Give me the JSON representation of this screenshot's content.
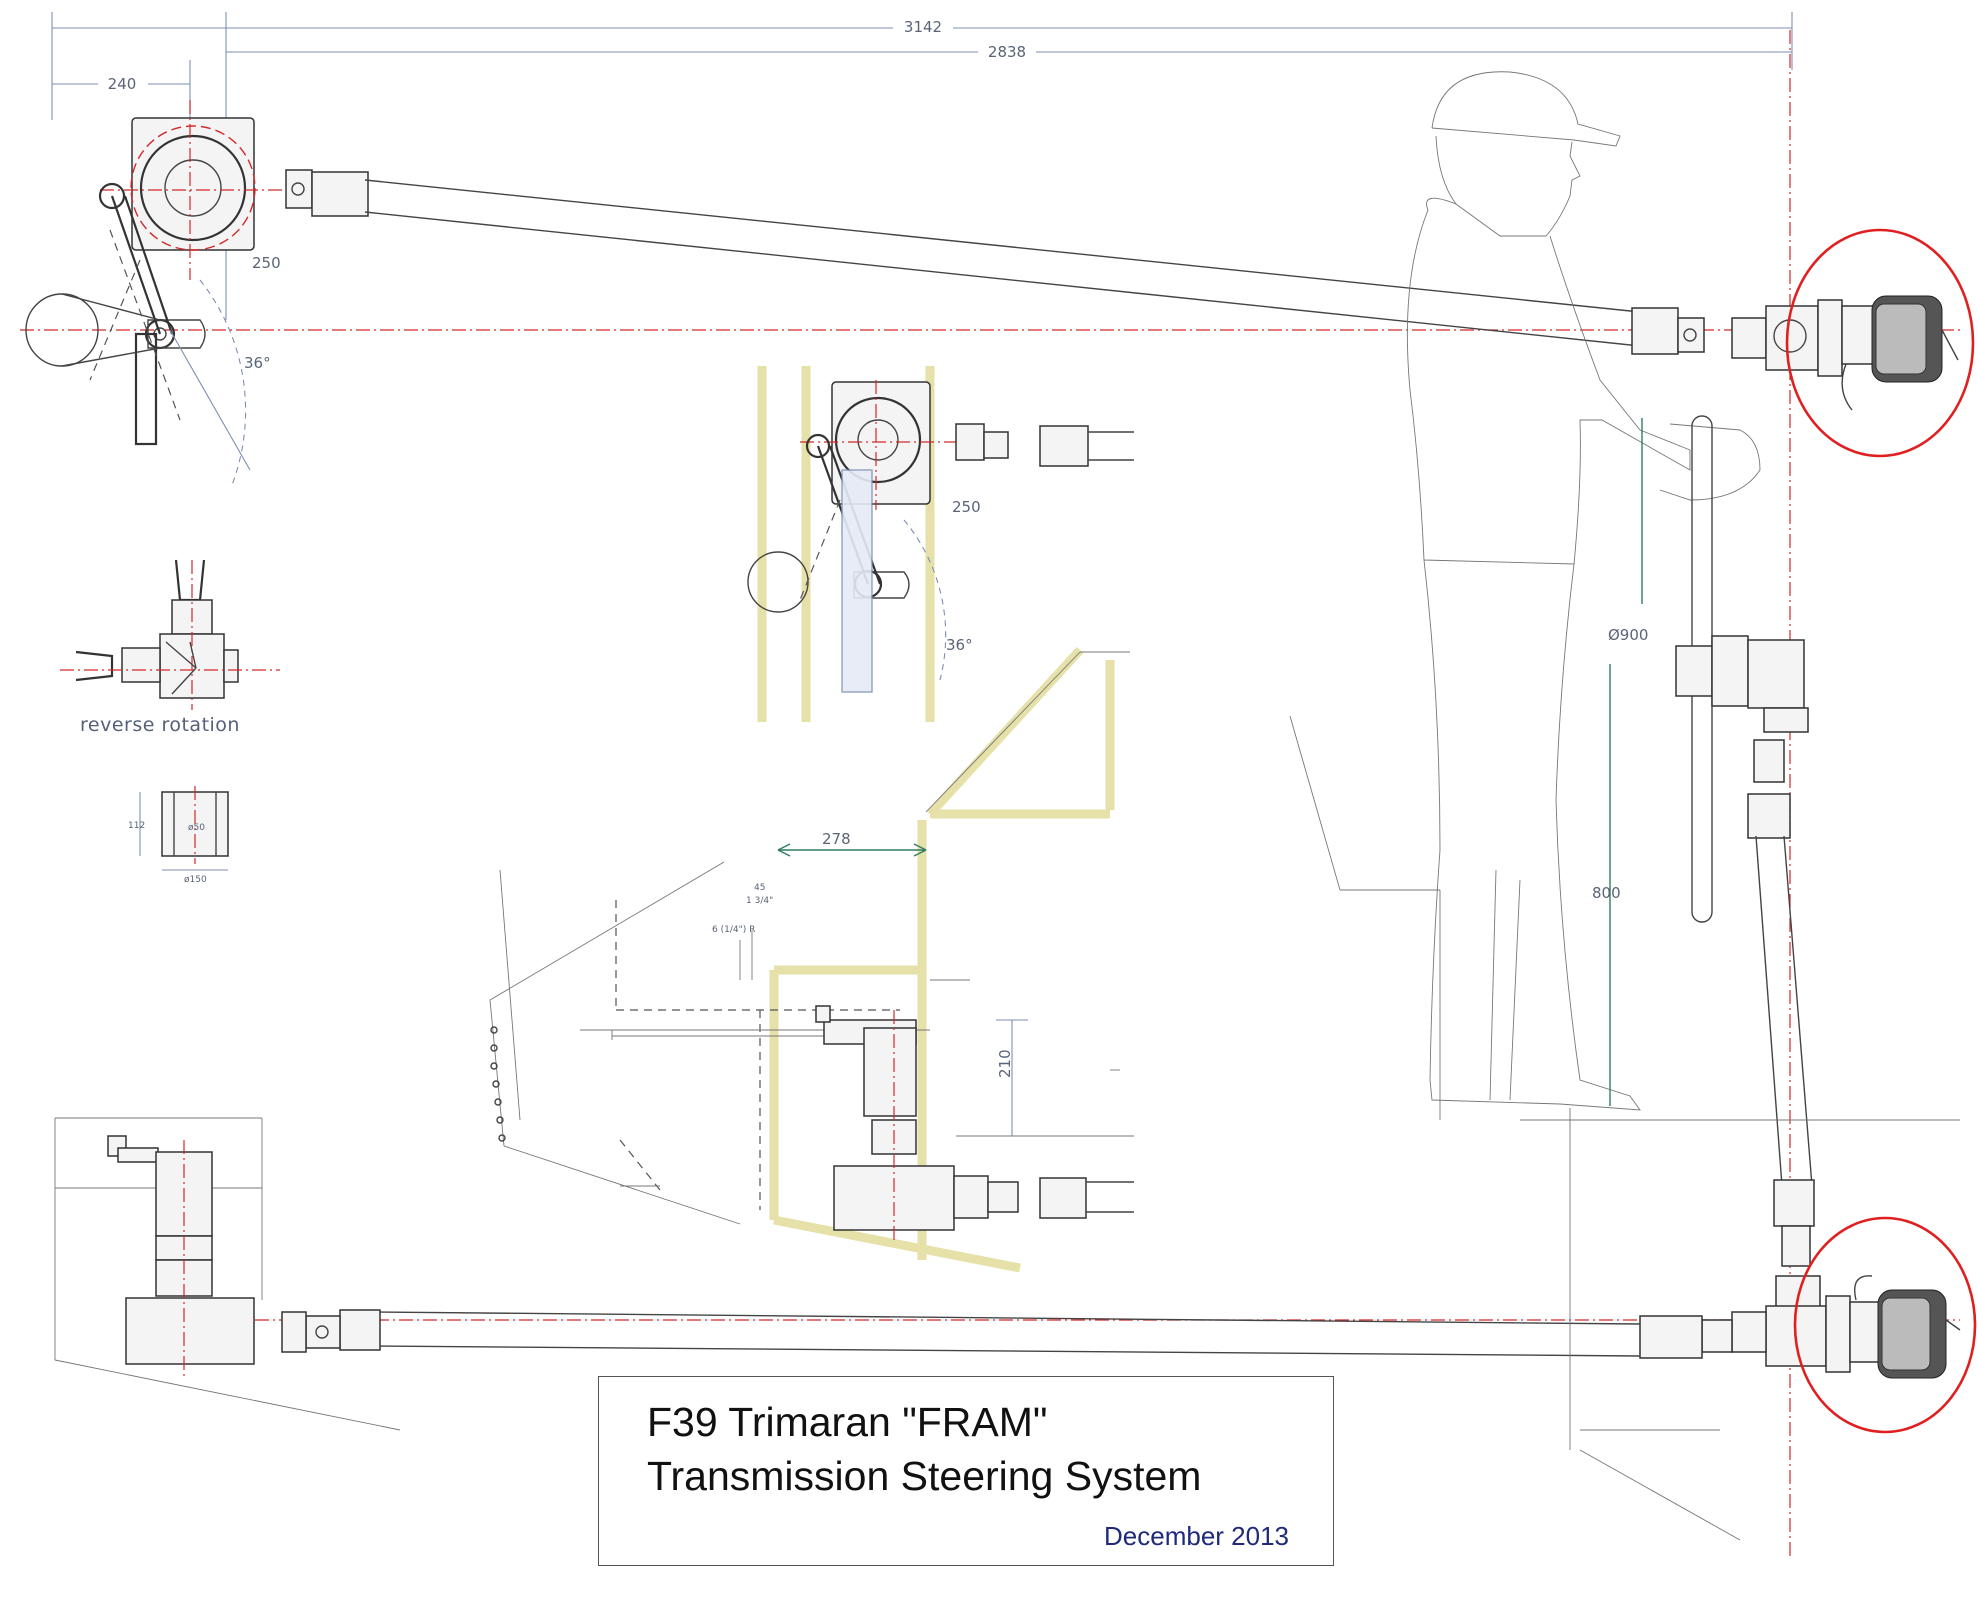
{
  "title_block": {
    "line1": "F39 Trimaran \"FRAM\"",
    "line2": "Transmission Steering System",
    "date": "December 2013"
  },
  "dimensions": {
    "overall_length": "3142",
    "inner_length": "2838",
    "left_offset": "240",
    "arm_length": "250",
    "arm_angle": "36°",
    "detail_arm_length": "250",
    "detail_arm_angle": "36°",
    "wheel_diameter": "Ø900",
    "wheel_height": "800",
    "step_width": "278",
    "bracket_height": "210",
    "small_dim_1": "45",
    "small_dim_2": "1 3/4\"",
    "small_dim_3": "6 (1/4\") R",
    "bearing_height": "112",
    "bearing_width": "ø150",
    "bearing_inner": "ø50"
  },
  "notes": {
    "reverse_rotation": "reverse rotation"
  },
  "colors": {
    "centerline": "#d12a2a",
    "highlight_circle": "#e02020",
    "dimension_text": "#5a6478",
    "date_text": "#1f2a7a",
    "hull_yellow": "#e5e1a8"
  }
}
